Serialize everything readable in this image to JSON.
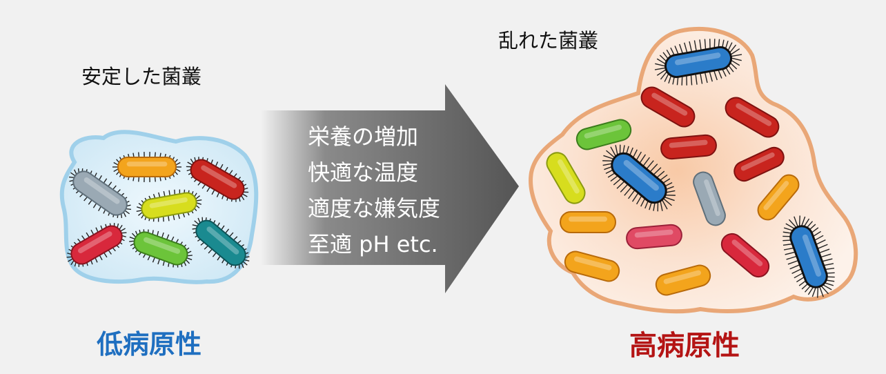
{
  "stable_label": "安定した菌叢",
  "disturbed_label": "乱れた菌叢",
  "factors": [
    "栄養の増加",
    "快適な温度",
    "適度な嫌気度",
    "至適 pH etc."
  ],
  "low_pathogenicity": "低病原性",
  "high_pathogenicity": "高病原性",
  "colors": {
    "low_pathogenicity_text": "#1f6fc0",
    "high_pathogenicity_text": "#b41414",
    "stable_cluster_fill": "#d8eef8",
    "stable_cluster_edge": "#8ec8e6",
    "disturbed_cluster_fill": "#fbe6d6",
    "disturbed_cluster_edge": "#e8a87a",
    "arrow": "#5f5f5f",
    "bacteria": [
      "gray",
      "orange",
      "red",
      "yellow-green",
      "green",
      "teal",
      "blue",
      "crimson",
      "pink"
    ]
  }
}
